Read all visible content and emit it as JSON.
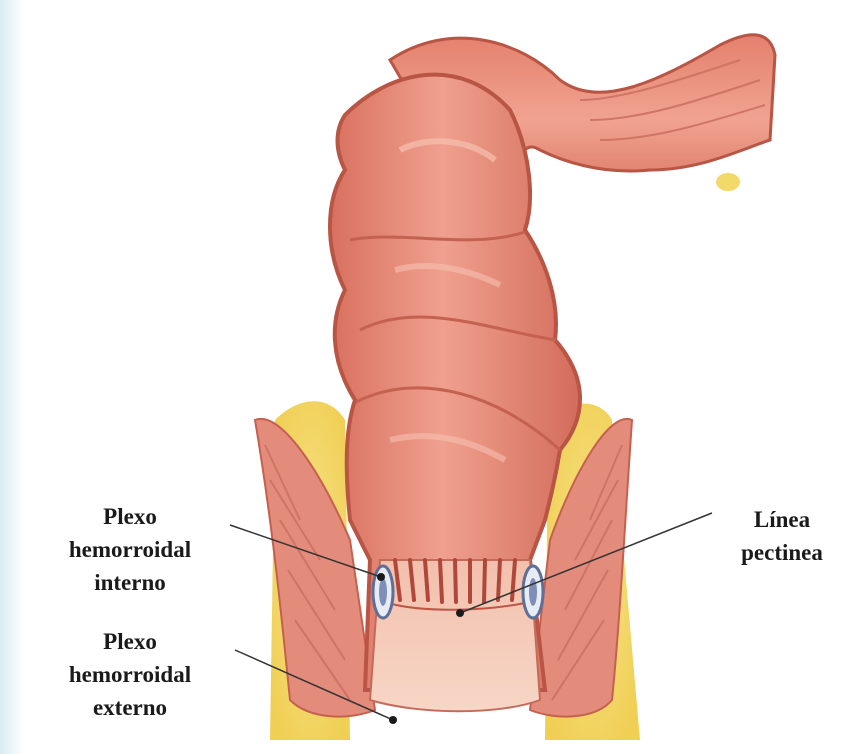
{
  "diagram": {
    "labels": {
      "internal_plexus": [
        "Plexo",
        "hemorroidal",
        "interno"
      ],
      "pectinate_line": [
        "Línea",
        "pectinea"
      ],
      "external_plexus": [
        "Plexo",
        "hemorroidal",
        "externo"
      ]
    }
  },
  "colors": {
    "background_edge": "#e6f1f6",
    "mucosa": "#e8897a",
    "mucosa_light": "#f2b3a3",
    "mucosa_dark": "#c9604f",
    "fat": "#f3d86a",
    "vein": "#7d8fb8",
    "leader_line": "#333333"
  }
}
